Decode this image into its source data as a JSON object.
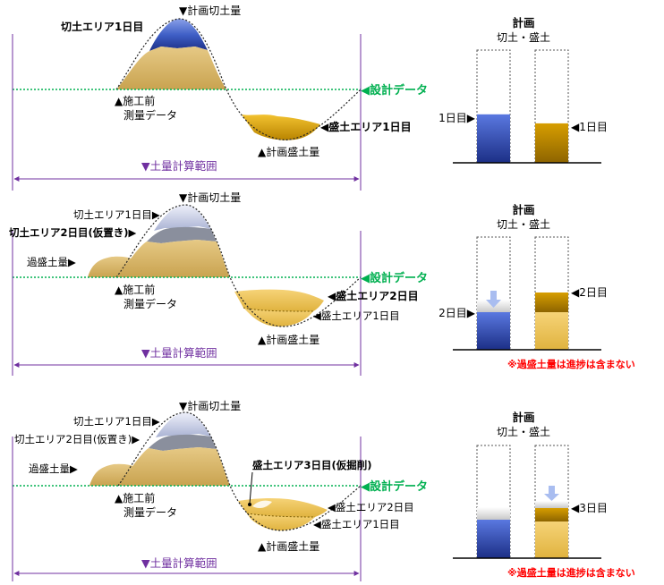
{
  "panels": [
    {
      "labels": {
        "plan_cut": "▼計画切土量",
        "cut_day1": "切土エリア1日目",
        "design": "◀設計データ",
        "before": "▲施工前",
        "survey": "測量データ",
        "fill_day1": "◀盛土エリア1日目",
        "plan_fill": "▲計画盛土量",
        "range": "▼土量計算範囲"
      },
      "bars": {
        "title": "計画",
        "subtitle": "切土・盛土",
        "left_label": "1日目▶",
        "right_label": "◀1日目",
        "cut_progress": 0.43,
        "fill_progress": 0.35
      }
    },
    {
      "labels": {
        "plan_cut": "▼計画切土量",
        "cut_day1": "切土エリア1日目▶",
        "cut_day2": "切土エリア2日目(仮置き)▶",
        "excess": "過盛土量▶",
        "design": "◀設計データ",
        "before": "▲施工前",
        "survey": "測量データ",
        "fill_day2": "◀盛土エリア2日目",
        "fill_day1": "◀盛土エリア1日目",
        "plan_fill": "▲計画盛土量",
        "range": "▼土量計算範囲"
      },
      "bars": {
        "title": "計画",
        "subtitle": "切土・盛土",
        "left_label": "2日目▶",
        "right_label": "◀2日目",
        "note": "※過盛土量は進捗は含まない"
      }
    },
    {
      "labels": {
        "plan_cut": "▼計画切土量",
        "cut_day1": "切土エリア1日目▶",
        "cut_day2": "切土エリア2日目(仮置き)▶",
        "excess": "過盛土量▶",
        "design": "◀設計データ",
        "before": "▲施工前",
        "survey": "測量データ",
        "fill_day3": "盛土エリア3日目(仮掘削)",
        "fill_day2": "◀盛土エリア2日目",
        "fill_day1": "◀盛土エリア1日目",
        "plan_fill": "▲計画盛土量",
        "range": "▼土量計算範囲"
      },
      "bars": {
        "title": "計画",
        "subtitle": "切土・盛土",
        "right_label": "◀3日目",
        "note": "※過盛土量は進捗は含まない"
      }
    }
  ],
  "colors": {
    "cut_blue": "#3f5fc6",
    "fill_gold": "#d9a400",
    "soil_tan": "#d8b86e",
    "design_green": "#00b050",
    "range_purple": "#7030a0",
    "note_red": "#ff0000"
  }
}
